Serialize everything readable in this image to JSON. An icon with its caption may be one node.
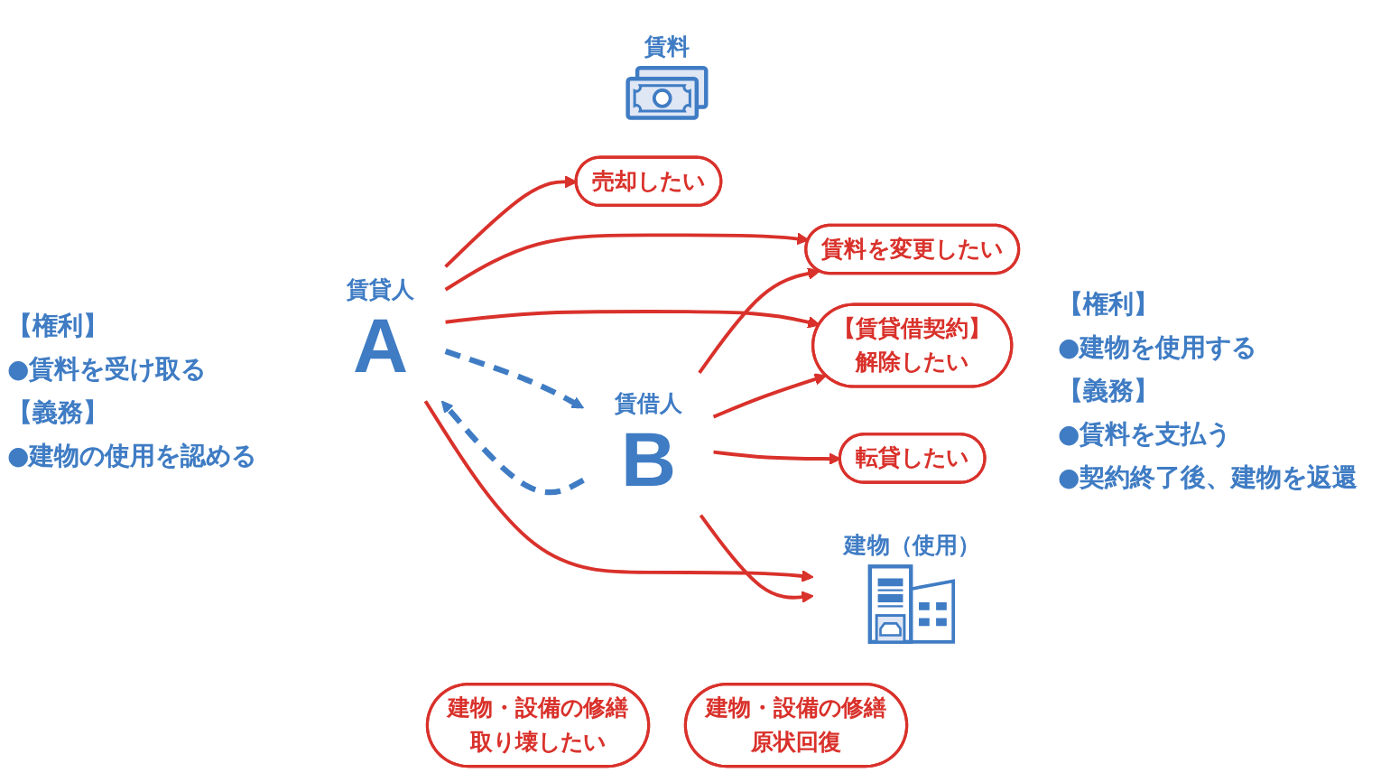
{
  "diagram": {
    "nodes": [
      {
        "text": [
          "賃料を変更したい"
        ]
      },
      {
        "text": [
          "売却したい"
        ]
      },
      {
        "text": [
          "賃料"
        ]
      },
      {
        "text": [
          "転貸したい"
        ]
      },
      {
        "text": [
          "賃貸人",
          "A"
        ]
      },
      {
        "text": [
          "【賃貸借契約】",
          "解除したい"
        ]
      },
      {
        "text": [
          "賃借人",
          "B"
        ]
      },
      {
        "text": [
          "建物（使用）"
        ]
      },
      {
        "text": [
          "建物・設備の修繕",
          "取り壊したい"
        ]
      },
      {
        "text": [
          "建物・設備の修繕",
          "原状回復"
        ]
      }
    ],
    "edges": [
      {
        "from": 4,
        "to": 1,
        "arrow": "to"
      },
      {
        "from": 4,
        "to": 0,
        "arrow": "to"
      },
      {
        "from": 6,
        "to": 0,
        "arrow": "to"
      },
      {
        "from": 6,
        "to": 3,
        "arrow": "to"
      },
      {
        "from": 6,
        "to": 4,
        "arrow": "to",
        "style": "dashed",
        "color": "#3f7cc4"
      },
      {
        "from": 4,
        "to": 5,
        "arrow": "to"
      },
      {
        "from": 6,
        "to": 5,
        "arrow": "to"
      },
      {
        "from": 4,
        "to": 6,
        "arrow": "to",
        "style": "dashed",
        "color": "#3f7cc4"
      },
      {
        "from": 4,
        "to": 7,
        "arrow": "to"
      },
      {
        "from": 6,
        "to": 7,
        "arrow": "to"
      }
    ],
    "labels": [
      "【権利】",
      "●賃料を受け取る",
      "【義務】",
      "●建物の使用を認める",
      "【権利】",
      "●建物を使用する",
      "【義務】",
      "●賃料を支払う",
      "●契約終了後、建物を返還"
    ]
  }
}
